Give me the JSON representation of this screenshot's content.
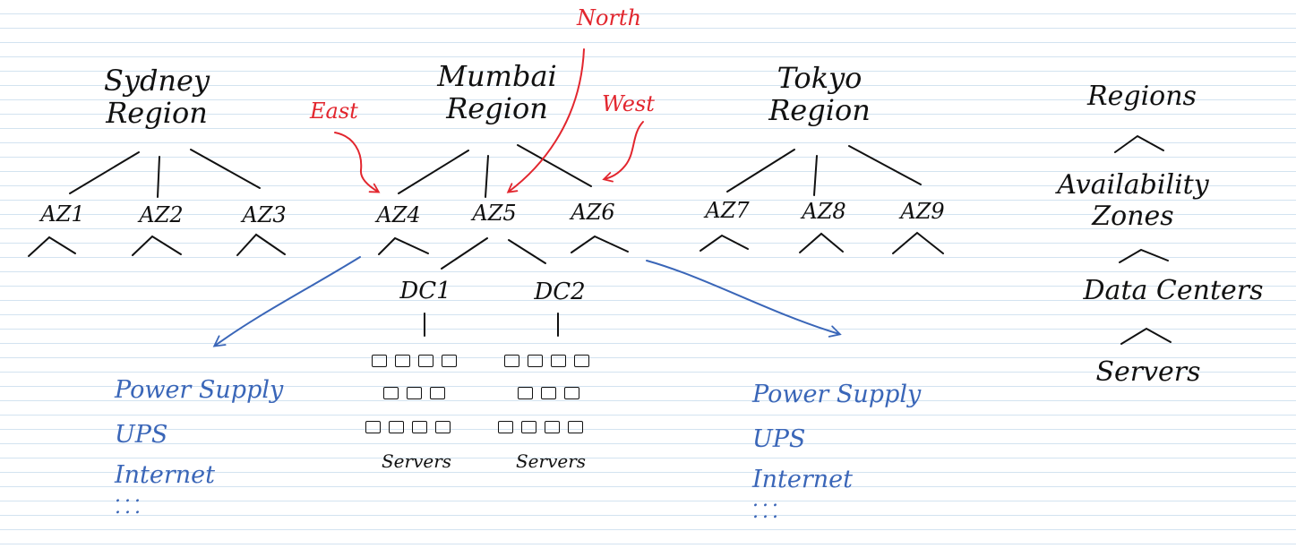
{
  "regions": [
    {
      "name": "Sydney",
      "label": "Region",
      "azs": [
        "AZ1",
        "AZ2",
        "AZ3"
      ]
    },
    {
      "name": "Mumbai",
      "label": "Region",
      "azs": [
        "AZ4",
        "AZ5",
        "AZ6"
      ]
    },
    {
      "name": "Tokyo",
      "label": "Region",
      "azs": [
        "AZ7",
        "AZ8",
        "AZ9"
      ]
    }
  ],
  "directions": {
    "north": "North",
    "east": "East",
    "west": "West"
  },
  "data_centers": [
    {
      "name": "DC1",
      "server_rows": [
        4,
        3,
        4
      ],
      "servers_label": "Servers"
    },
    {
      "name": "DC2",
      "server_rows": [
        4,
        3,
        4
      ],
      "servers_label": "Servers"
    }
  ],
  "az_infrastructure": {
    "left": [
      "Power Supply",
      "UPS",
      "Internet",
      "...",
      "..."
    ],
    "right": [
      "Power Supply",
      "UPS",
      "Internet",
      "...",
      "..."
    ]
  },
  "hierarchy_legend": [
    "Regions",
    "Availability Zones",
    "Data Centers",
    "Servers"
  ],
  "colors": {
    "ink": "#111111",
    "annotation": "#e2262e",
    "infrastructure": "#3a66b8",
    "ruled_lines": "#d3e3f0"
  }
}
